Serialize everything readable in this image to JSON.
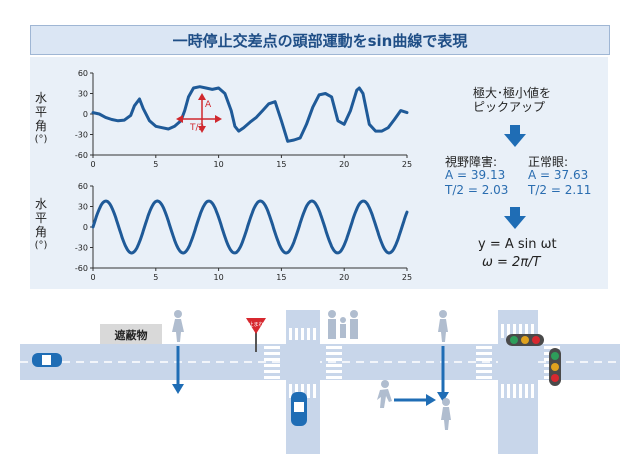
{
  "title": "一時停止交差点の頭部運動をsin曲線で表現",
  "charts": {
    "y_label_chars": [
      "水",
      "平",
      "角",
      "(°)"
    ],
    "y_ticks": [
      "60",
      "30",
      "0",
      "-30",
      "-60"
    ],
    "x_ticks": [
      "0",
      "5",
      "10",
      "15",
      "20",
      "25"
    ],
    "annotation_amp": "A",
    "annotation_period": "T/2"
  },
  "chart_data": [
    {
      "type": "line",
      "xlim": [
        0,
        25
      ],
      "ylim": [
        -60,
        60
      ],
      "x": [
        0,
        0.5,
        1,
        1.5,
        2,
        2.5,
        3,
        3.3,
        3.7,
        4,
        4.5,
        5,
        5.5,
        6,
        6.5,
        7,
        7.3,
        7.6,
        8,
        8.5,
        9,
        9.5,
        10,
        10.5,
        11,
        11.3,
        11.6,
        12,
        12.5,
        13,
        13.5,
        14,
        14.5,
        15,
        15.5,
        16,
        16.5,
        17,
        17.5,
        18,
        18.5,
        19,
        19.5,
        20,
        20.5,
        21,
        21.2,
        21.5,
        22,
        22.5,
        23,
        23.5,
        24,
        24.5,
        25
      ],
      "y": [
        2,
        0,
        -5,
        -8,
        -10,
        -9,
        -2,
        12,
        22,
        8,
        -10,
        -18,
        -20,
        -22,
        -18,
        -10,
        5,
        25,
        38,
        40,
        38,
        36,
        38,
        30,
        5,
        -18,
        -25,
        -20,
        -12,
        -5,
        5,
        15,
        18,
        -10,
        -40,
        -38,
        -35,
        -15,
        10,
        28,
        30,
        25,
        -10,
        -15,
        5,
        35,
        38,
        30,
        -15,
        -25,
        -25,
        -20,
        -8,
        5,
        2
      ]
    },
    {
      "type": "line",
      "xlim": [
        0,
        25
      ],
      "ylim": [
        -60,
        60
      ],
      "function": "y = 38 sin(2π x / 4.1)"
    }
  ],
  "right": {
    "step1": "極大･極小値を",
    "step2": "ピックアップ",
    "group1_title": "視野障害:",
    "group1_a": "A = 39.13",
    "group1_t": "T/2 = 2.03",
    "group2_title": "正常眼:",
    "group2_a": "A = 37.63",
    "group2_t": "T/2 = 2.11",
    "formula1": "y = A sin ωt",
    "formula2": "ω = 2π/T"
  },
  "scene": {
    "obstacle_label": "遮蔽物",
    "stop_sign_label": "止まれ"
  },
  "colors": {
    "curve": "#1f5a98",
    "arrow": "#1f6db5",
    "annotation": "#d0282e",
    "road": "#c8d6ea",
    "stop_sign": "#d7282f"
  }
}
